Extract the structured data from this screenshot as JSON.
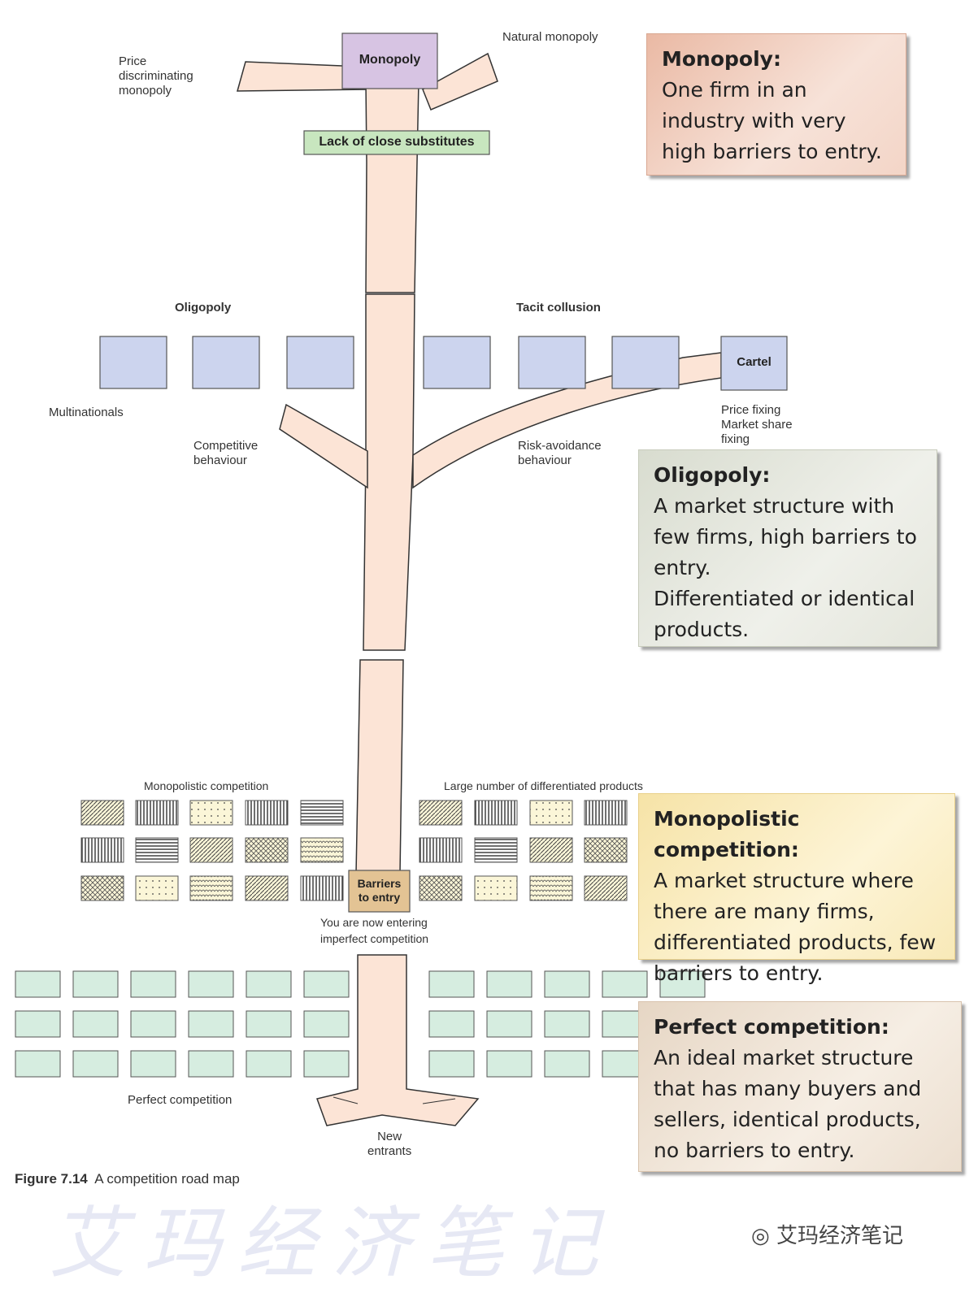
{
  "diagram": {
    "top": {
      "monopoly_box": "Monopoly",
      "price_discriminating": "Price\ndiscriminating\nmonopoly",
      "natural_monopoly": "Natural monopoly",
      "lack_substitutes": "Lack of close substitutes"
    },
    "middle": {
      "oligopoly": "Oligopoly",
      "tacit_collusion": "Tacit collusion",
      "cartel": "Cartel",
      "multinationals": "Multinationals",
      "competitive_behaviour": "Competitive\nbehaviour",
      "risk_avoidance": "Risk-avoidance\nbehaviour",
      "price_fixing": "Price fixing\nMarket share\nfixing"
    },
    "lower": {
      "monopolistic_competition": "Monopolistic competition",
      "large_number": "Large number of differentiated products",
      "barriers_to_entry": "Barriers\nto entry",
      "you_are_now": "You are now entering\nimperfect competition",
      "perfect_competition": "Perfect competition",
      "new_entrants": "New\nentrants"
    },
    "caption_num": "Figure 7.14",
    "caption_text": "A competition road map"
  },
  "cards": {
    "monopoly": {
      "title": "Monopoly:",
      "body": "One firm in an\nindustry with very\nhigh barriers to entry."
    },
    "oligopoly": {
      "title": "Oligopoly:",
      "body": "A market structure with\nfew firms, high barriers to\nentry.\nDifferentiated or identical\nproducts."
    },
    "monopolistic": {
      "title": "Monopolistic competition:",
      "body": "A market structure where\nthere are many firms,\ndifferentiated products, few\nbarriers to entry."
    },
    "perfect": {
      "title": "Perfect competition:",
      "body": "An ideal market structure\nthat has many buyers and\nsellers, identical products,\nno barriers to entry."
    }
  },
  "watermark": {
    "large": "艾玛经济笔记",
    "small": "艾玛经济笔记"
  },
  "colors": {
    "road": "#fce4d6",
    "firm_box": "#ccd4ee",
    "monopoly_box": "#d7c4e3",
    "lack_box": "#c8e6bf",
    "barrier_box": "#e3c394",
    "perfect_box": "#d6ede0"
  }
}
